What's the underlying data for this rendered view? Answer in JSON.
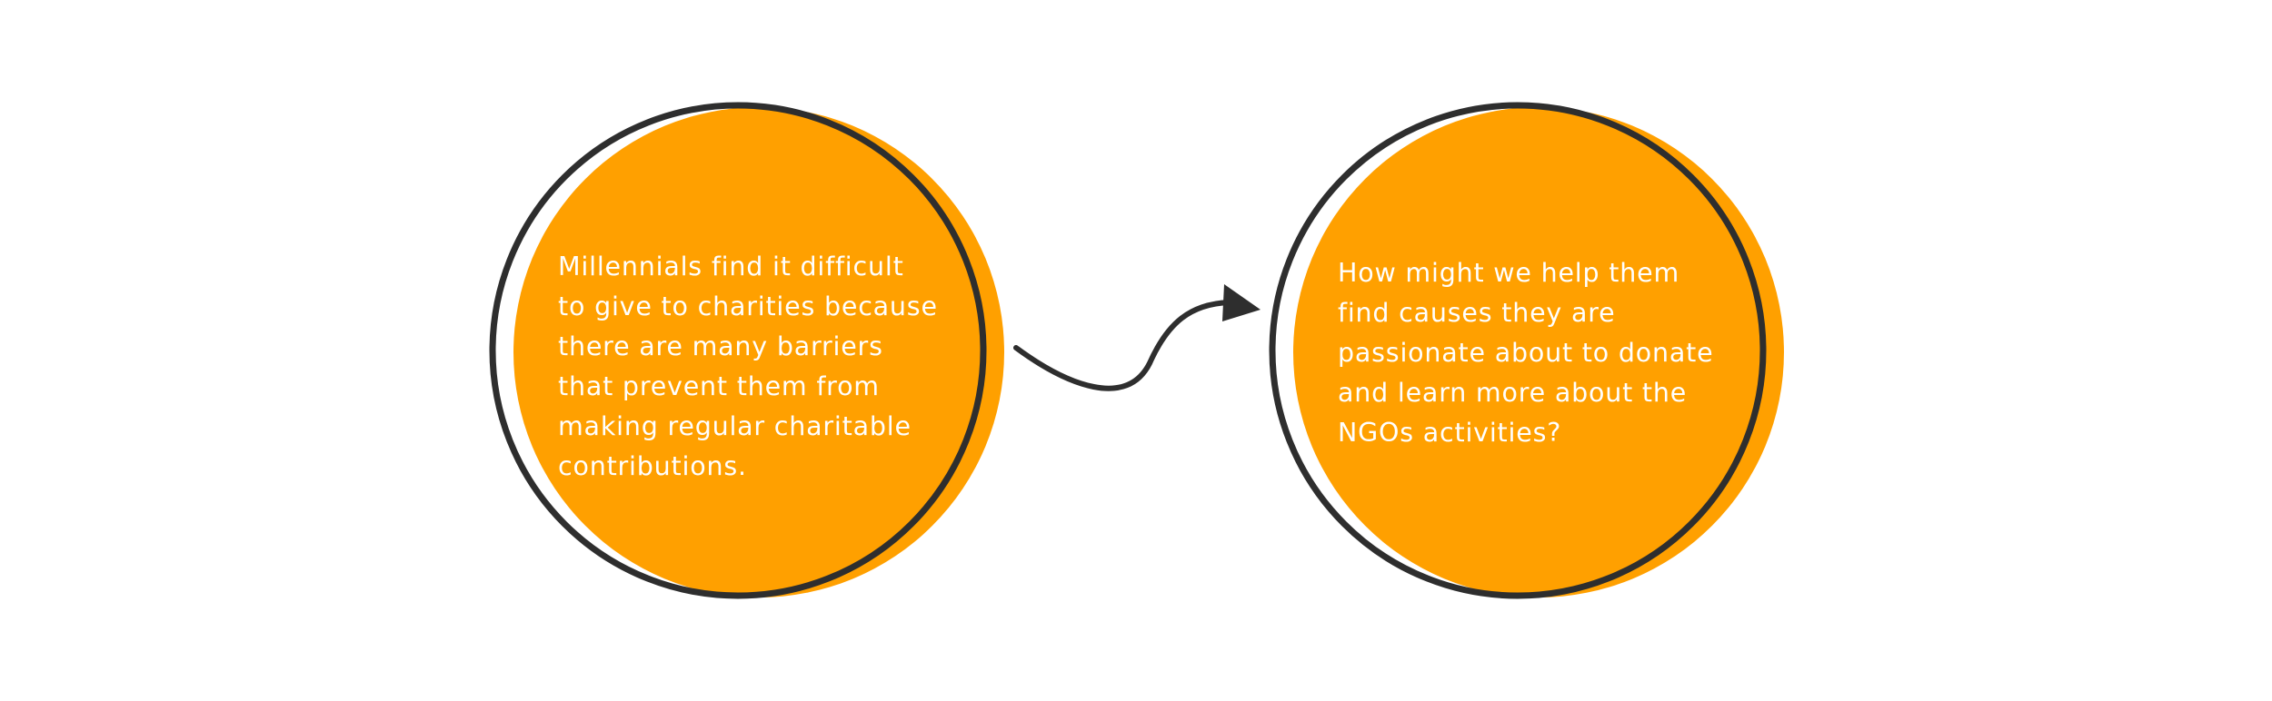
{
  "colors": {
    "background": "#ffffff",
    "bubble_fill": "#FFA000",
    "outline": "#2e2e2e",
    "text": "#ffffff",
    "arrow": "#2e2e2e"
  },
  "icons": {
    "connector": "curved-arrow-icon"
  },
  "problem_bubble": {
    "lines": [
      "Millennials find it difficult",
      "to give to charities because",
      "there are many barriers",
      "that prevent them from",
      "making regular charitable",
      "contributions."
    ]
  },
  "question_bubble": {
    "lines": [
      "How might we help them",
      "find causes they are",
      "passionate about to donate",
      "and learn more about the",
      "NGOs activities?"
    ]
  }
}
